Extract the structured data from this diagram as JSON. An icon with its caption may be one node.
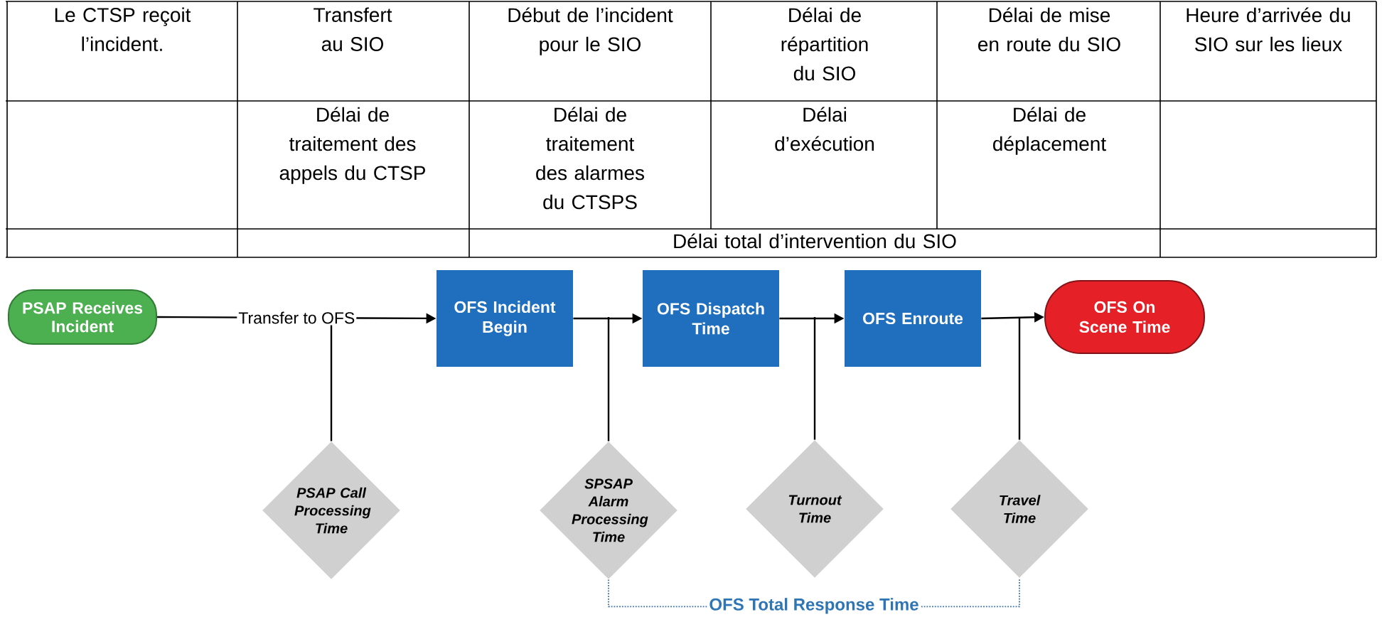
{
  "diagram": {
    "nodes": [
      {
        "text": [
          "PSAP Receives Incident"
        ]
      },
      {
        "text": [
          "OFS Incident Begin"
        ]
      },
      {
        "text": [
          "OFS Dispatch Time"
        ]
      },
      {
        "text": [
          "OFS Enroute"
        ]
      },
      {
        "text": [
          "OFS On Scene Time"
        ]
      },
      {
        "text": [
          "PSAP Call Processing Time"
        ]
      },
      {
        "text": [
          "SPSAP Alarm Processing Time"
        ]
      },
      {
        "text": [
          "Turnout Time"
        ]
      },
      {
        "text": [
          "Travel Time"
        ]
      }
    ],
    "edges": [
      {
        "from": 0,
        "to": 1,
        "arrow": "to",
        "label": "Transfer to OFS"
      },
      {
        "from": 1,
        "to": 2,
        "arrow": "to"
      },
      {
        "from": 2,
        "to": 3,
        "arrow": "to"
      },
      {
        "from": 3,
        "to": 4,
        "arrow": "to"
      },
      {
        "from": 5,
        "to": null,
        "arrow": "none"
      },
      {
        "from": 6,
        "to": null,
        "arrow": "none"
      },
      {
        "from": 7,
        "to": null,
        "arrow": "none"
      },
      {
        "from": 8,
        "to": null,
        "arrow": "none"
      },
      {
        "from": 6,
        "to": 8,
        "arrow": "none",
        "style": "dashed",
        "color": "#3a6fb0",
        "label": "OFS Total Response Time"
      }
    ],
    "labels": [
      "Le CTSP reçoit l’incident.",
      "Transfert au SIO",
      "Début de l’incident pour le SIO",
      "Délai de répartition du SIO",
      "Délai de mise en route du SIO",
      "Heure d’arrivée du SIO sur les lieux",
      "Délai de traitement des appels du CTSP",
      "Délai de traitement des alarmes du CTSPS",
      "Délai d’exécution",
      "Délai de déplacement",
      "Délai total d’intervention du SIO"
    ]
  }
}
